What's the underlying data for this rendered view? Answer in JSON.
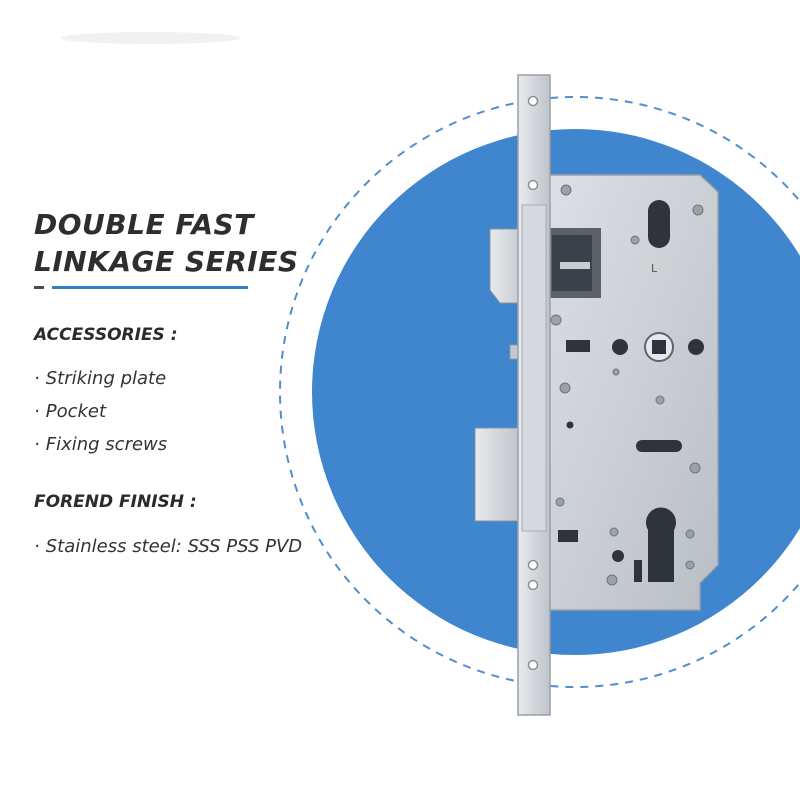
{
  "header": {
    "title_line1": "DOUBLE FAST",
    "title_line2": "LINKAGE SERIES"
  },
  "accessories": {
    "heading": "ACCESSORIES :",
    "items": [
      "Striking plate",
      "Pocket",
      "Fixing screws"
    ]
  },
  "forend": {
    "heading": "FOREND FINISH :",
    "items": [
      "Stainless steel: SSS PSS PVD"
    ]
  },
  "colors": {
    "circle_blue": "#3f86cf",
    "accent_blue": "#2f7fc1",
    "text_dark": "#2e2e2e",
    "steel": "#cfd3d8"
  },
  "icons": {
    "bullet": "·"
  }
}
